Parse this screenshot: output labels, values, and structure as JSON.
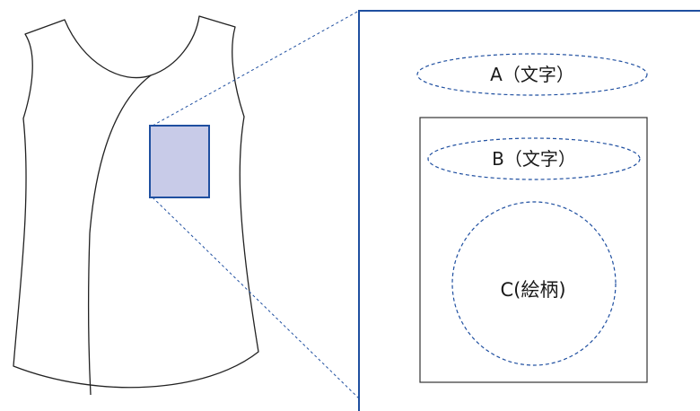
{
  "colors": {
    "accent_blue": "#1f4fa0",
    "pocket_fill": "#c8cbe8",
    "outline": "#222222"
  },
  "labels": {
    "a": "A（文字）",
    "b": "B（文字）",
    "c": "C(絵柄)"
  }
}
